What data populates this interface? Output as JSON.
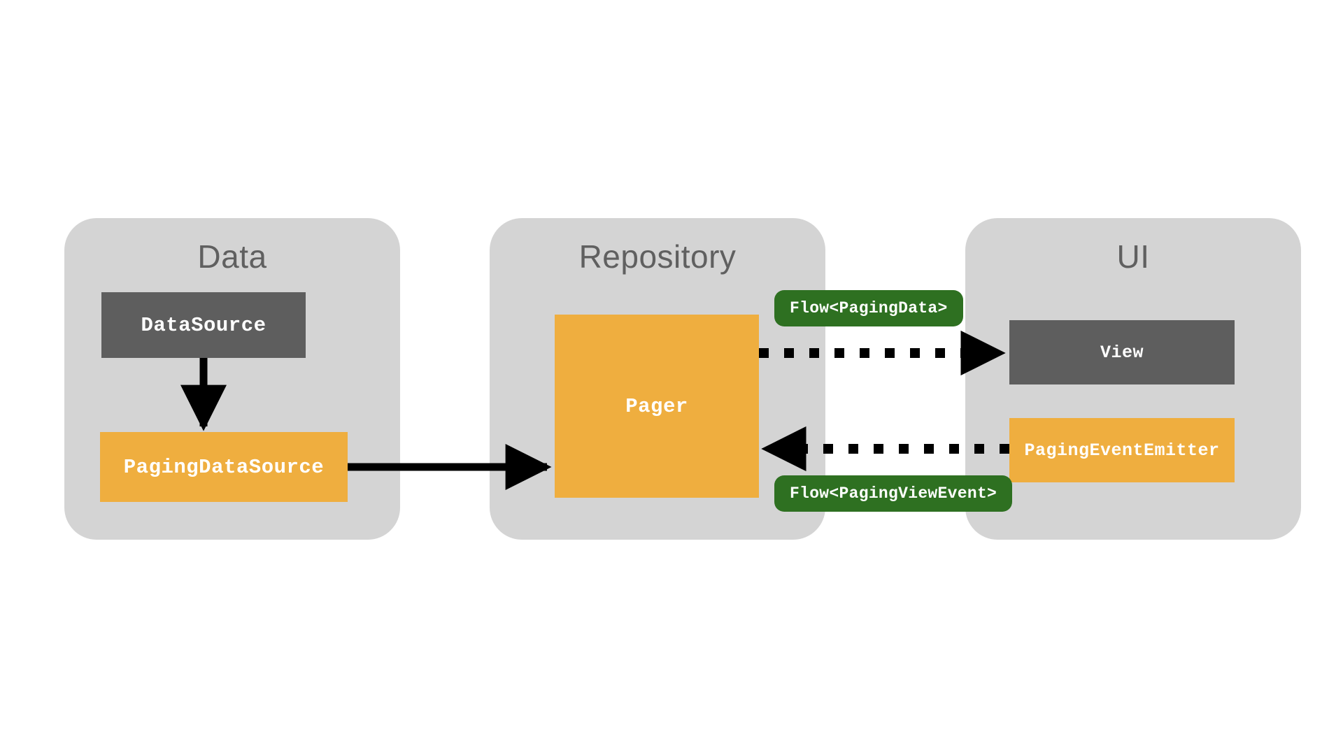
{
  "diagram": {
    "title_hidden": "",
    "background_color": "#ffffff",
    "palette": {
      "group_background": "#d4d4d4",
      "group_title_color": "#606060",
      "node_dark": "#5e5e5e",
      "node_amber": "#efae3f",
      "pill_green": "#2e7021",
      "edge_color": "#000000",
      "node_text": "#ffffff"
    },
    "groups": [
      {
        "id": "data",
        "label": "Data"
      },
      {
        "id": "repository",
        "label": "Repository"
      },
      {
        "id": "ui",
        "label": "UI"
      }
    ],
    "nodes": [
      {
        "id": "datasource",
        "label": "DataSource",
        "group": "data",
        "style": "dark"
      },
      {
        "id": "pagingdatasource",
        "label": "PagingDataSource",
        "group": "data",
        "style": "amber"
      },
      {
        "id": "pager",
        "label": "Pager",
        "group": "repository",
        "style": "amber"
      },
      {
        "id": "view",
        "label": "View",
        "group": "ui",
        "style": "dark"
      },
      {
        "id": "pagingeventemitter",
        "label": "PagingEventEmitter",
        "group": "ui",
        "style": "amber"
      }
    ],
    "edge_labels": [
      {
        "id": "flow-paging-data",
        "label": "Flow<PagingData>"
      },
      {
        "id": "flow-paging-view-event",
        "label": "Flow<PagingViewEvent>"
      }
    ],
    "edges": [
      {
        "id": "datasource-to-pagingdatasource",
        "from": "datasource",
        "to": "pagingdatasource",
        "style": "solid",
        "direction": "down"
      },
      {
        "id": "pagingdatasource-to-pager",
        "from": "pagingdatasource",
        "to": "pager",
        "style": "solid",
        "direction": "right"
      },
      {
        "id": "pager-to-view",
        "from": "pager",
        "to": "view",
        "style": "dotted",
        "direction": "right",
        "label": "Flow<PagingData>"
      },
      {
        "id": "emitter-to-pager",
        "from": "pagingeventemitter",
        "to": "pager",
        "style": "dotted",
        "direction": "left",
        "label": "Flow<PagingViewEvent>"
      }
    ]
  }
}
